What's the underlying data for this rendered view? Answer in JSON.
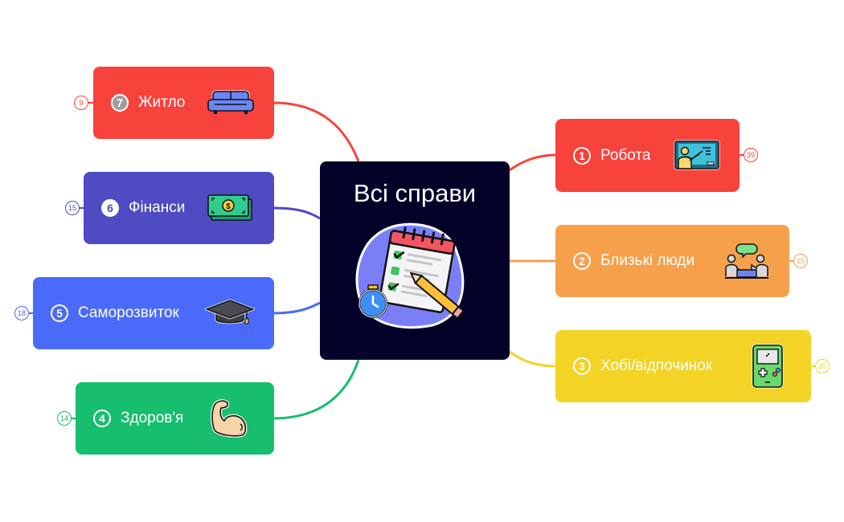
{
  "central_topic": {
    "title": "Всі справи",
    "icon": "checklist-calendar-pencil-clock-icon",
    "background": "#03032a"
  },
  "branches": [
    {
      "id": "robota",
      "number": "1",
      "label": "Робота",
      "count": "39",
      "side": "right",
      "color": "#f8423c",
      "icon": "teacher-board-icon"
    },
    {
      "id": "blyzki",
      "number": "2",
      "label": "Близькі люди",
      "count": "15",
      "side": "right",
      "color": "#f6a04c",
      "icon": "people-chat-icon"
    },
    {
      "id": "hobi",
      "number": "3",
      "label": "Хобі/відпочинок",
      "count": "20",
      "side": "right",
      "color": "#f2d326",
      "icon": "gameboy-icon"
    },
    {
      "id": "zdorovia",
      "number": "4",
      "label": "Здоров'я",
      "count": "14",
      "side": "left",
      "color": "#16be6d",
      "icon": "flexed-bicep-icon"
    },
    {
      "id": "samorozv",
      "number": "5",
      "label": "Саморозвиток",
      "count": "18",
      "side": "left",
      "color": "#4a6bf9",
      "icon": "graduation-cap-icon"
    },
    {
      "id": "finansy",
      "number": "6",
      "label": "Фінанси",
      "count": "15",
      "side": "left",
      "color": "#4e4bc3",
      "icon": "money-bill-icon"
    },
    {
      "id": "zhytlo",
      "number": "7",
      "label": "Житло",
      "count": "9",
      "side": "left",
      "color": "#f8423c",
      "icon": "sofa-icon"
    }
  ]
}
